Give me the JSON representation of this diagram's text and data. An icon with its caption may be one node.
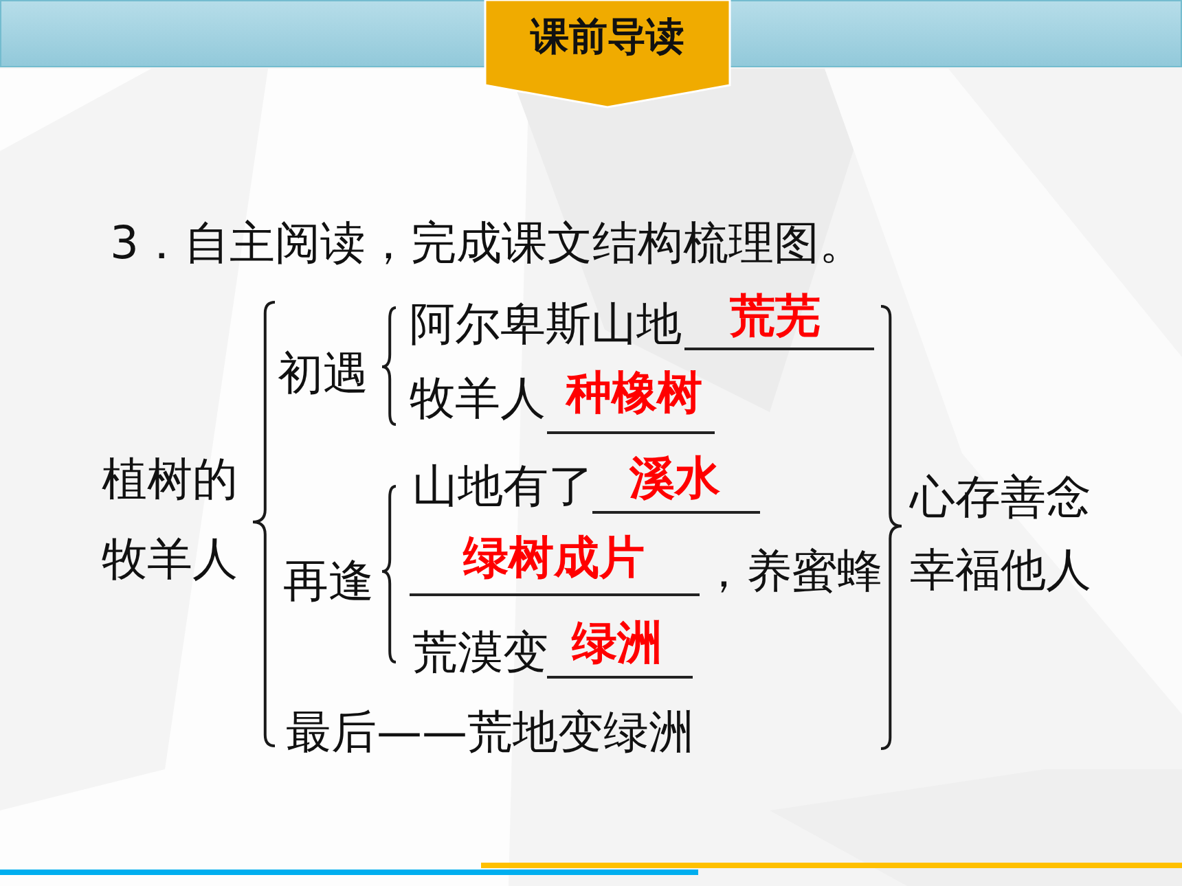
{
  "diagram": {
    "title": "3．自主阅读，完成课文结构梳理图。",
    "nodes": [
      {
        "text": [
          "课前导读"
        ]
      }
    ],
    "labels": [
      "植树的牧羊人",
      "初遇",
      "阿尔卑斯山地",
      "荒芜",
      "牧羊人",
      "种橡树",
      "再逢",
      "山地有了",
      "溪水",
      "绿树成片",
      "，养蜜蜂",
      "荒漠变",
      "绿洲",
      "最后——荒地变绿洲",
      "心存善念幸福他人"
    ]
  }
}
